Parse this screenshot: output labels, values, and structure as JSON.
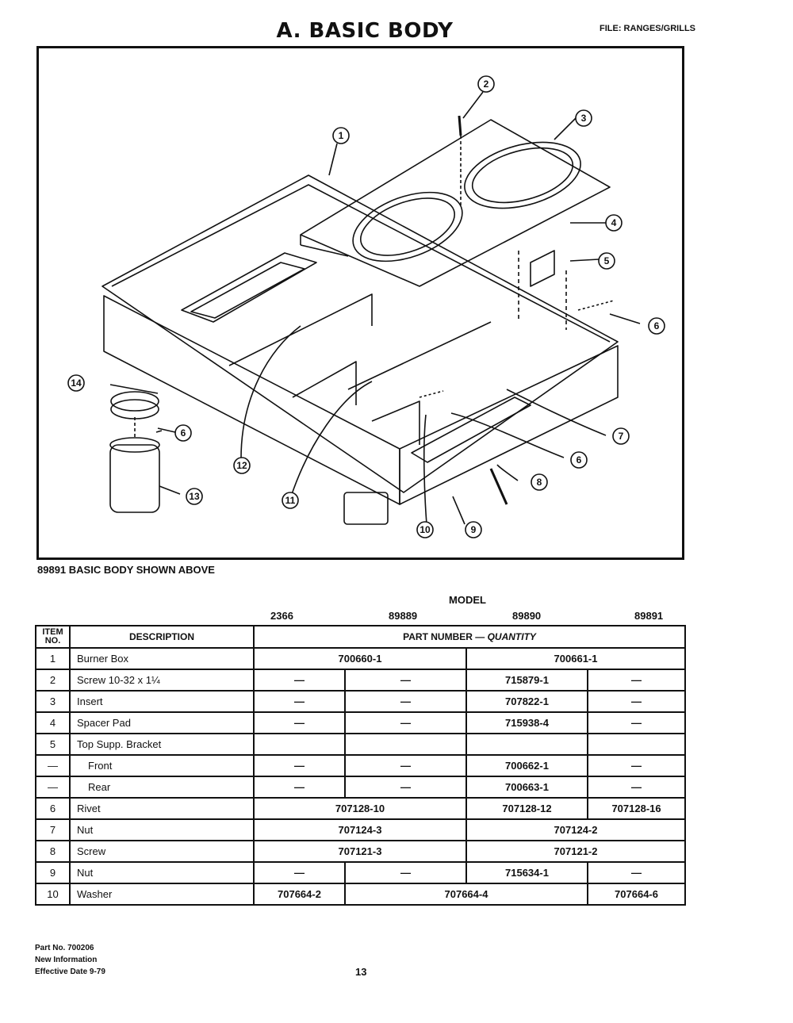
{
  "header": {
    "title": "A. BASIC BODY",
    "file": "FILE: RANGES/GRILLS"
  },
  "diagram": {
    "callouts": [
      "1",
      "2",
      "3",
      "4",
      "5",
      "6",
      "6",
      "6",
      "7",
      "8",
      "9",
      "10",
      "11",
      "12",
      "13",
      "14"
    ]
  },
  "caption": "89891 BASIC BODY SHOWN ABOVE",
  "models": {
    "label": "MODEL",
    "codes": [
      "2366",
      "89889",
      "89890",
      "89891"
    ]
  },
  "table": {
    "headers": {
      "item_line1": "ITEM",
      "item_line2": "NO.",
      "description": "DESCRIPTION",
      "part_number": "PART NUMBER — ",
      "quantity": "QUANTITY"
    },
    "rows": [
      {
        "no": "1",
        "desc": "Burner Box",
        "a": "700660-1",
        "b": "700661-1"
      },
      {
        "no": "2",
        "desc": "Screw 10-32 x 1¼",
        "c1": "—",
        "c2": "—",
        "c3": "715879-1",
        "c4": "—"
      },
      {
        "no": "3",
        "desc": "Insert",
        "c1": "—",
        "c2": "—",
        "c3": "707822-1",
        "c4": "—"
      },
      {
        "no": "4",
        "desc": "Spacer Pad",
        "c1": "—",
        "c2": "—",
        "c3": "715938-4",
        "c4": "—"
      },
      {
        "no": "5",
        "desc": "Top Supp. Bracket"
      },
      {
        "no": "—",
        "desc": "Front",
        "c1": "—",
        "c2": "—",
        "c3": "700662-1",
        "c4": "—"
      },
      {
        "no": "—",
        "desc": "Rear",
        "c1": "—",
        "c2": "—",
        "c3": "700663-1",
        "c4": "—"
      },
      {
        "no": "6",
        "desc": "Rivet",
        "a": "707128-10",
        "c3": "707128-12",
        "c4": "707128-16"
      },
      {
        "no": "7",
        "desc": "Nut",
        "a": "707124-3",
        "b": "707124-2"
      },
      {
        "no": "8",
        "desc": "Screw",
        "a": "707121-3",
        "b": "707121-2"
      },
      {
        "no": "9",
        "desc": "Nut",
        "c1": "—",
        "c2": "—",
        "c3": "715634-1",
        "c4": "—"
      },
      {
        "no": "10",
        "desc": "Washer",
        "c1": "707664-2",
        "m": "707664-4",
        "c4": "707664-6"
      }
    ]
  },
  "footer": {
    "part_no": "Part No. 700206",
    "info": "New Information",
    "effective": "Effective Date 9-79",
    "page": "13"
  }
}
